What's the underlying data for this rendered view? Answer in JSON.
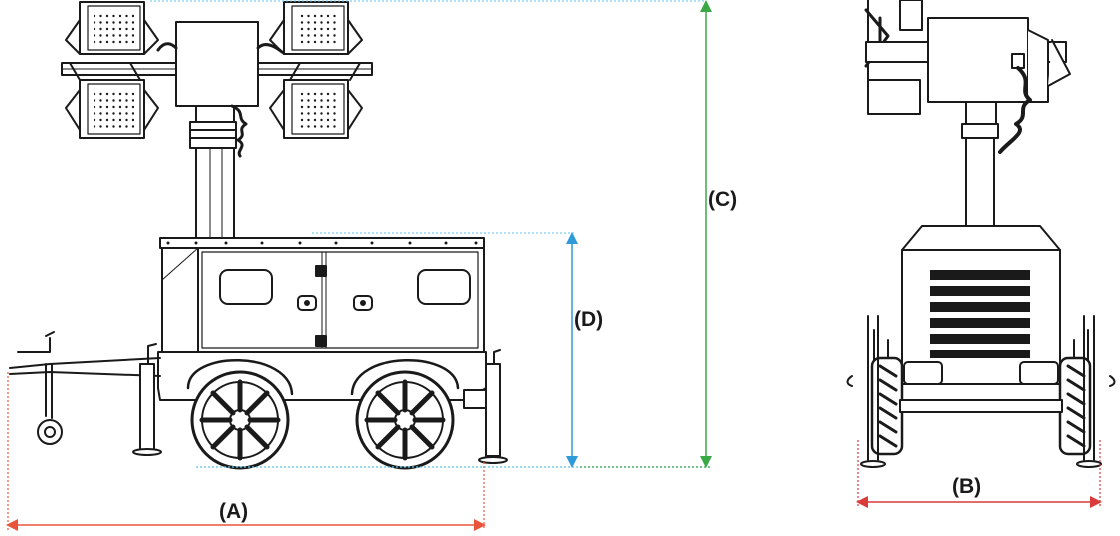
{
  "dimensions": {
    "A": {
      "label": "(A)",
      "color": "#e8553a"
    },
    "B": {
      "label": "(B)",
      "color": "#d93a3a"
    },
    "C": {
      "label": "(C)",
      "color": "#3aa846"
    },
    "D": {
      "label": "(D)",
      "color": "#2e9ad8"
    }
  },
  "guide_colors": {
    "red": "#e8553a",
    "cyan": "#5bc3e8",
    "green": "#3aa846"
  },
  "line_color": "#1a1a1a"
}
